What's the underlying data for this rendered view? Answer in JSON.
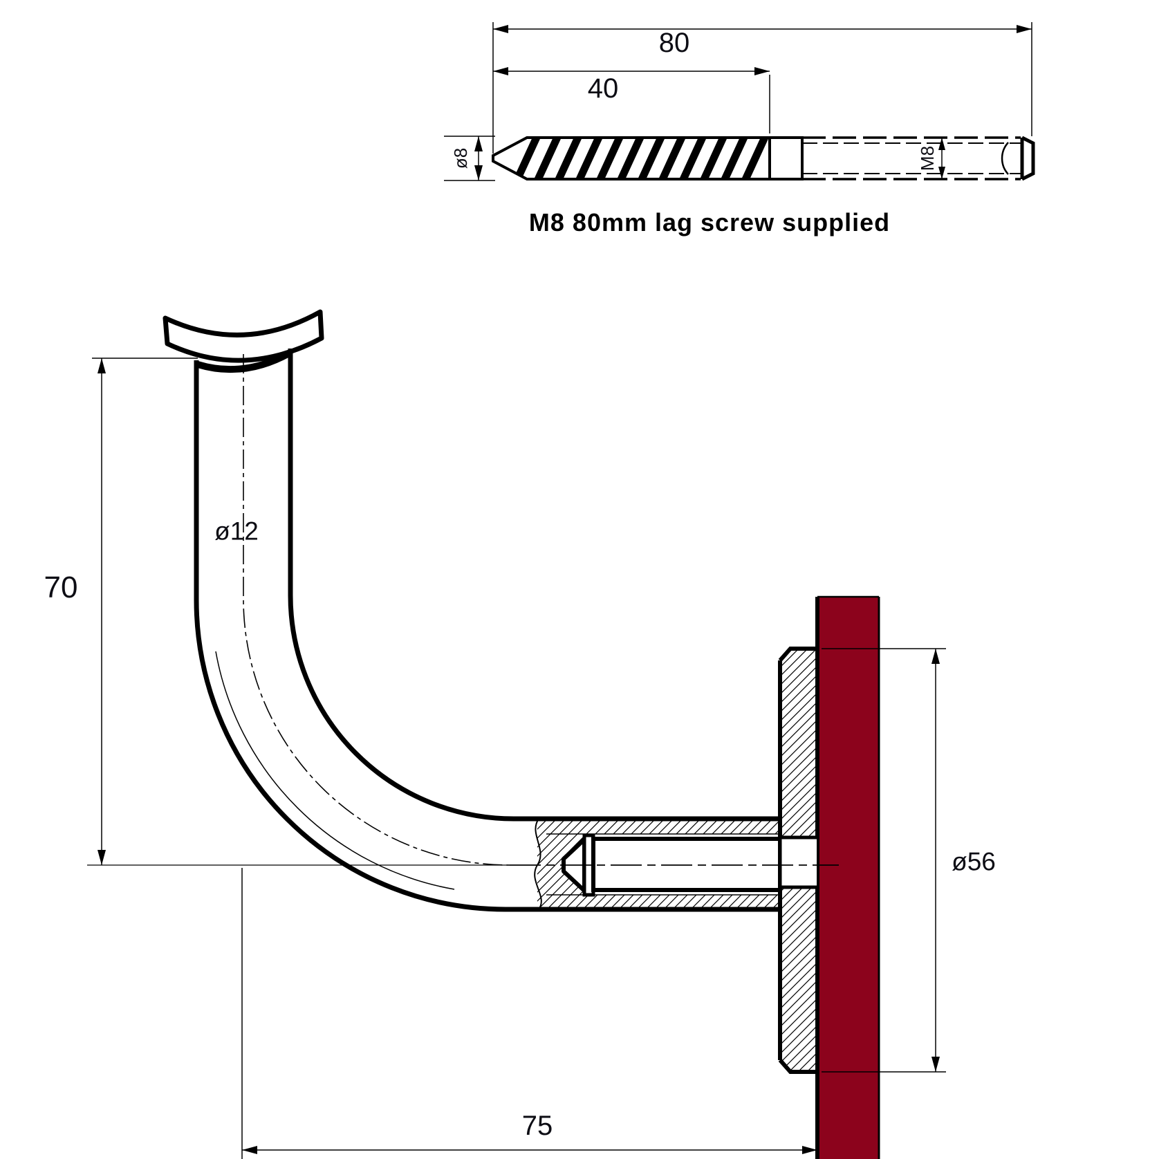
{
  "screw_detail": {
    "caption": "M8 80mm lag screw supplied",
    "overall_length_label": "80",
    "wood_thread_length_label": "40",
    "shank_diameter_label": "ø8",
    "machine_thread_label": "M8"
  },
  "bracket_view": {
    "height_label": "70",
    "tube_diameter_label": "ø12",
    "backplate_diameter_label": "ø56",
    "centre_to_wall_label": "75"
  },
  "colors": {
    "wall_red": "#8c031c",
    "line_black": "#000000",
    "label_text": "#0d0d14"
  }
}
